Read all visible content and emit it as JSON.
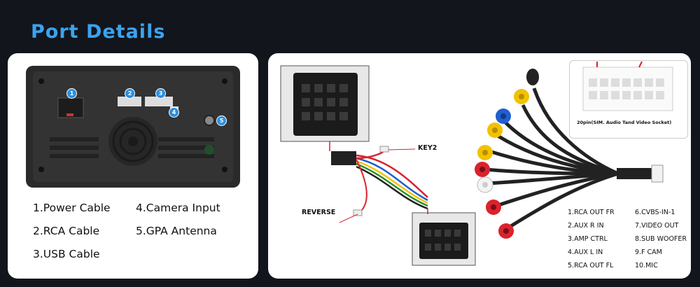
{
  "title": "Port Details",
  "left_panel": {
    "badges": [
      "1",
      "2",
      "3",
      "4",
      "5"
    ],
    "legend": [
      "1.Power Cable",
      "2.RCA Cable",
      "3.USB Cable",
      "4.Camera Input",
      "5.GPA Antenna"
    ]
  },
  "right_panel": {
    "labels": {
      "key2": "KEY2",
      "reverse": "REVERSE"
    },
    "socket_caption": "20pin(SIM. Audio Tand Video Socket)",
    "rca_legend": [
      "1.RCA OUT FR",
      "2.AUX R IN",
      "3.AMP CTRL",
      "4.AUX L IN",
      "5.RCA OUT FL",
      "6.CVBS-IN-1",
      "7.VIDEO OUT",
      "8.SUB WOOFER",
      "9.F CAM",
      "10.MIC"
    ]
  },
  "colors": {
    "background": "#12151c",
    "title": "#3aa3ef",
    "badge": "#2b8fe0",
    "unit_body": "#2a2a2a",
    "red_wire": "#d9232d",
    "yellow_rca": "#f2c200",
    "blue_rca": "#1f5fd1"
  }
}
